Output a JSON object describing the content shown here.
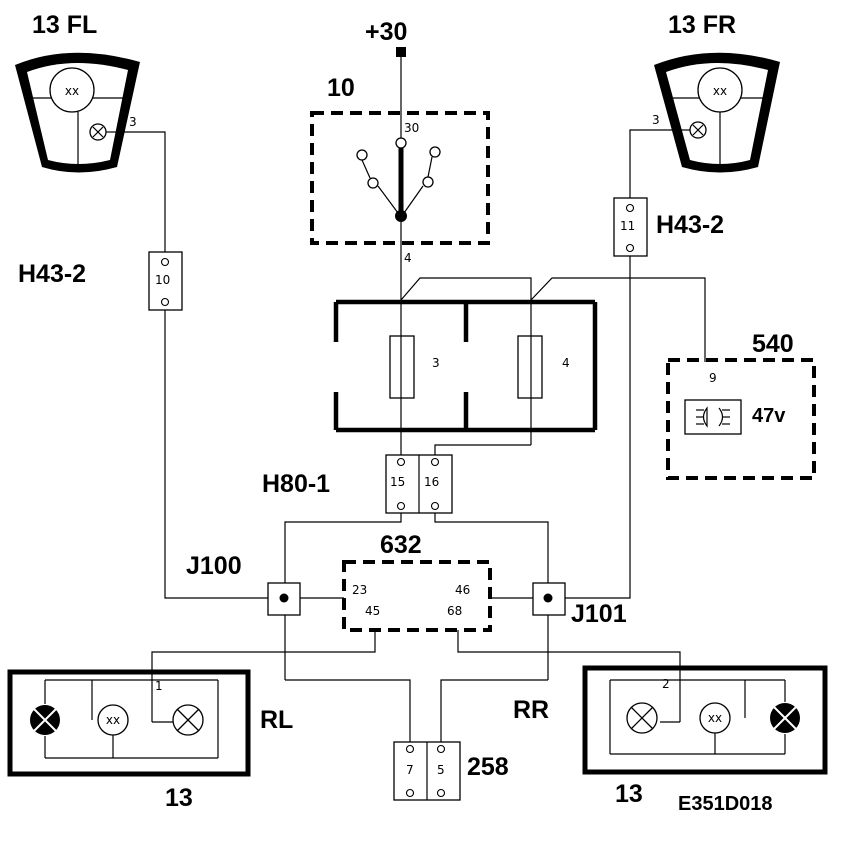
{
  "labels": {
    "lamp_front_left": "13 FL",
    "lamp_front_right": "13 FR",
    "supply": "+30",
    "switch": "10",
    "switch_pin_top": "30",
    "switch_pin_bottom": "4",
    "connector_left": "H43-2",
    "connector_left_pin": "10",
    "connector_right": "H43-2",
    "connector_right_pin": "11",
    "fuse_left": "3",
    "fuse_right": "4",
    "indicator": "540",
    "indicator_pin": "9",
    "indicator_rating": "47v",
    "connector_mid": "H80-1",
    "connector_mid_pin_a": "15",
    "connector_mid_pin_b": "16",
    "module": "632",
    "module_pin_tl": "23",
    "module_pin_tr": "46",
    "module_pin_bl": "45",
    "module_pin_br": "68",
    "junction_left": "J100",
    "junction_right": "J101",
    "lamp_front_left_pin": "3",
    "lamp_front_right_pin": "3",
    "rear_left_pin": "1",
    "rear_right_pin": "2",
    "rear_left": "RL",
    "rear_right": "RR",
    "rear_left_num": "13",
    "rear_right_num": "13",
    "connector_bottom": "258",
    "connector_bottom_pin_a": "7",
    "connector_bottom_pin_b": "5",
    "drawing_code": "E351D018"
  }
}
